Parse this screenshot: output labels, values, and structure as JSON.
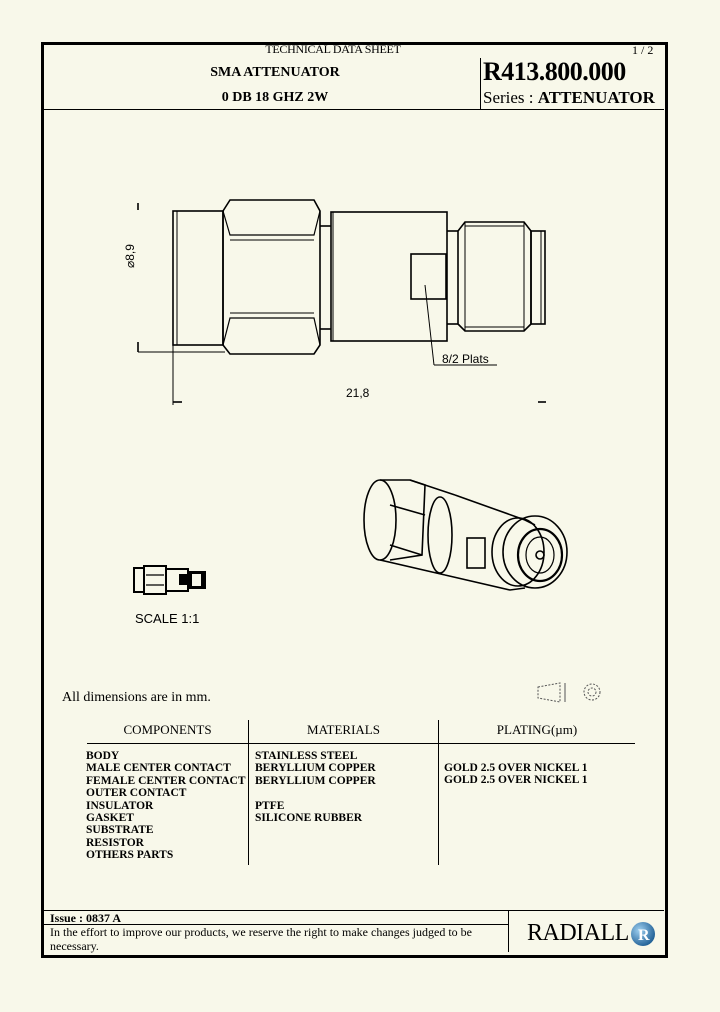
{
  "header": {
    "doc_type": "TECHNICAL DATA SHEET",
    "page": "1 / 2",
    "title_line1": "SMA ATTENUATOR",
    "title_line2": "0 DB 18 GHZ 2W",
    "part_number": "R413.800.000",
    "series_label": "Series :",
    "series_value": "ATTENUATOR"
  },
  "drawing": {
    "diameter_label": "⌀8,9",
    "length_label": "21,8",
    "flats_label": "8/2 Plats",
    "scale_label": "SCALE 1:1"
  },
  "notes": {
    "dimensions": "All dimensions are in mm."
  },
  "table": {
    "headers": [
      "COMPONENTS",
      "MATERIALS",
      "PLATING(µm)"
    ],
    "rows": [
      {
        "component": "BODY",
        "material": "STAINLESS STEEL",
        "plating": ""
      },
      {
        "component": "MALE CENTER CONTACT",
        "material": "BERYLLIUM COPPER",
        "plating": "GOLD 2.5 OVER NICKEL 1"
      },
      {
        "component": "FEMALE CENTER CONTACT",
        "material": "BERYLLIUM COPPER",
        "plating": "GOLD 2.5 OVER NICKEL 1"
      },
      {
        "component": "OUTER CONTACT",
        "material": "",
        "plating": ""
      },
      {
        "component": "INSULATOR",
        "material": "PTFE",
        "plating": ""
      },
      {
        "component": "GASKET",
        "material": "SILICONE RUBBER",
        "plating": ""
      },
      {
        "component": "SUBSTRATE",
        "material": "",
        "plating": ""
      },
      {
        "component": "RESISTOR",
        "material": "",
        "plating": ""
      },
      {
        "component": "OTHERS PARTS",
        "material": "",
        "plating": ""
      }
    ]
  },
  "footer": {
    "issue": "Issue : 0837 A",
    "disclaimer": "In the effort to improve our products, we reserve the right to make changes judged to be necessary.",
    "brand": "RADIALL"
  },
  "colors": {
    "background": "#f8f8ea",
    "ink": "#000000",
    "logo_blue": "#2a6fa8"
  }
}
